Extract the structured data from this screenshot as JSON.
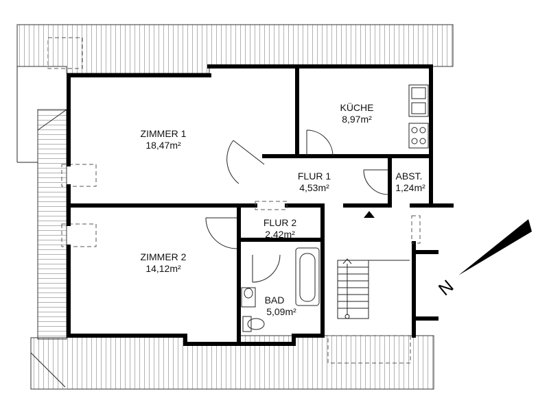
{
  "rooms": {
    "zimmer1": {
      "name": "ZIMMER 1",
      "area": "18,47m²"
    },
    "kueche": {
      "name": "KÜCHE",
      "area": "8,97m²"
    },
    "flur1": {
      "name": "FLUR 1",
      "area": "4,53m²"
    },
    "abst": {
      "name": "ABST.",
      "area": "1,24m²"
    },
    "flur2": {
      "name": "FLUR 2",
      "area": "2,42m²"
    },
    "zimmer2": {
      "name": "ZIMMER 2",
      "area": "14,12m²"
    },
    "bad": {
      "name": "BAD",
      "area": "5,09m²"
    }
  },
  "compass": {
    "label": "N"
  }
}
